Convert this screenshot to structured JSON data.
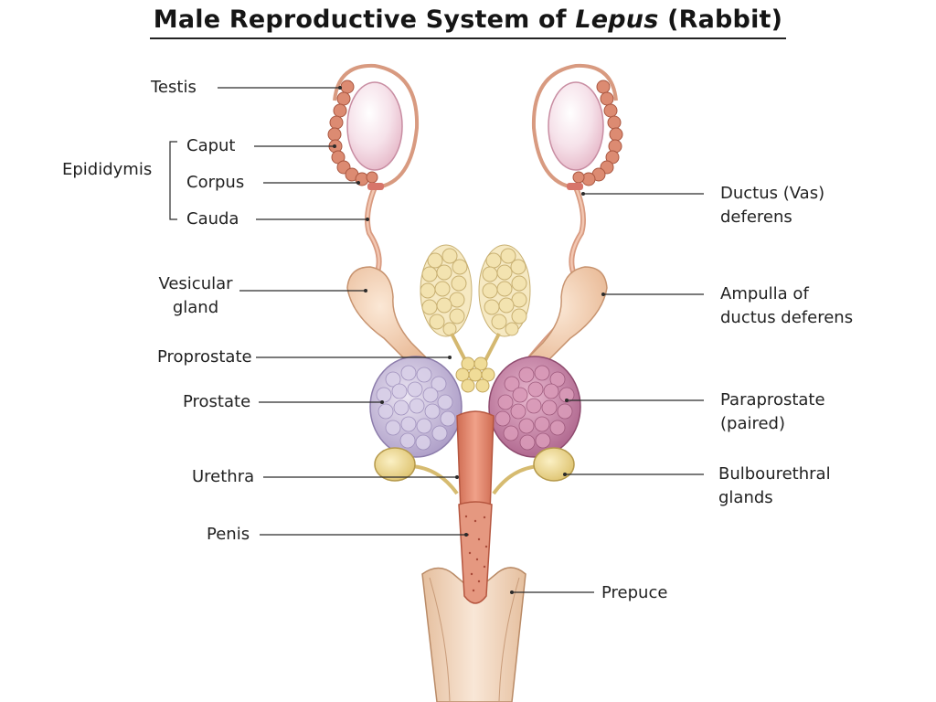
{
  "title": {
    "prefix": "Male Reproductive System of ",
    "genus": "Lepus",
    "suffix": " (Rabbit)"
  },
  "labels": {
    "testis": "Testis",
    "epididymis": "Epididymis",
    "caput": "Caput",
    "corpus": "Corpus",
    "cauda": "Cauda",
    "vesicular_gland_1": "Vesicular",
    "vesicular_gland_2": "gland",
    "proprostate": "Proprostate",
    "prostate": "Prostate",
    "urethra": "Urethra",
    "penis": "Penis",
    "ductus_deferens_1": "Ductus (Vas)",
    "ductus_deferens_2": "deferens",
    "ampulla_1": "Ampulla of",
    "ampulla_2": "ductus deferens",
    "paraprostate_1": "Paraprostate",
    "paraprostate_2": "(paired)",
    "bulbourethral_1": "Bulbourethral",
    "bulbourethral_2": "glands",
    "prepuce": "Prepuce"
  },
  "colors": {
    "testis": "#f3dbe4",
    "epididymis": "#d9876e",
    "duct": "#e0a58a",
    "vesicular_gland": "#f2ceb1",
    "seminal_lobes": "#f3e3b0",
    "prostate": "#c8bcdc",
    "paraprostate": "#c884a6",
    "urethra": "#e28a70",
    "bulbourethral": "#ecd98e",
    "prepuce": "#f1d7bf",
    "leader": "#2a2a2a"
  }
}
